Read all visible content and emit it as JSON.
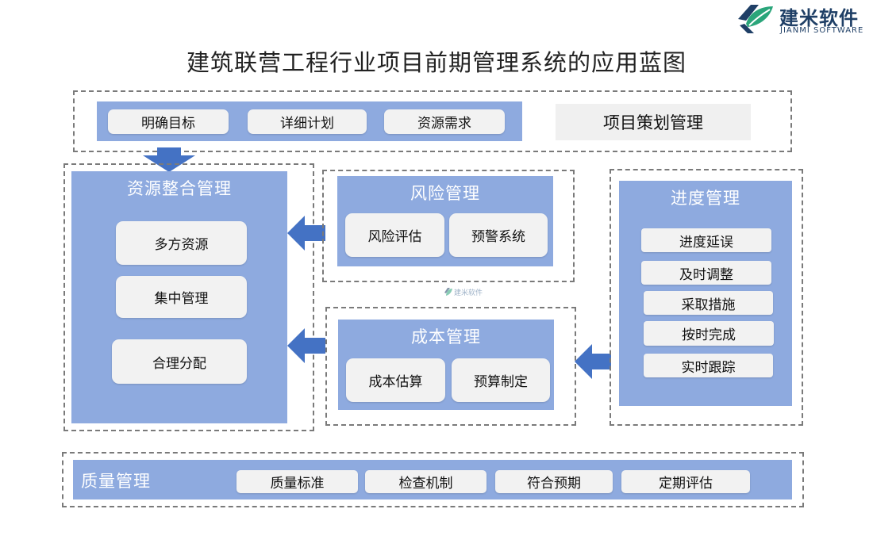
{
  "brand": {
    "name": "建米软件",
    "subtitle": "JIANMI SOFTWARE"
  },
  "title": "建筑联营工程行业项目前期管理系统的应用蓝图",
  "planning": {
    "label": "项目策划管理",
    "items": [
      "明确目标",
      "详细计划",
      "资源需求"
    ]
  },
  "resource": {
    "title": "资源整合管理",
    "items": [
      "多方资源",
      "集中管理",
      "合理分配"
    ]
  },
  "risk": {
    "title": "风险管理",
    "items": [
      "风险评估",
      "预警系统"
    ]
  },
  "cost": {
    "title": "成本管理",
    "items": [
      "成本估算",
      "预算制定"
    ]
  },
  "progress": {
    "title": "进度管理",
    "items": [
      "进度延误",
      "及时调整",
      "采取措施",
      "按时完成",
      "实时跟踪"
    ]
  },
  "quality": {
    "title": "质量管理",
    "items": [
      "质量标准",
      "检查机制",
      "符合预期",
      "定期评估"
    ]
  },
  "colors": {
    "panel": "#8eaadf",
    "arrow": "#4472c4",
    "chip": "#f2f2f2"
  }
}
